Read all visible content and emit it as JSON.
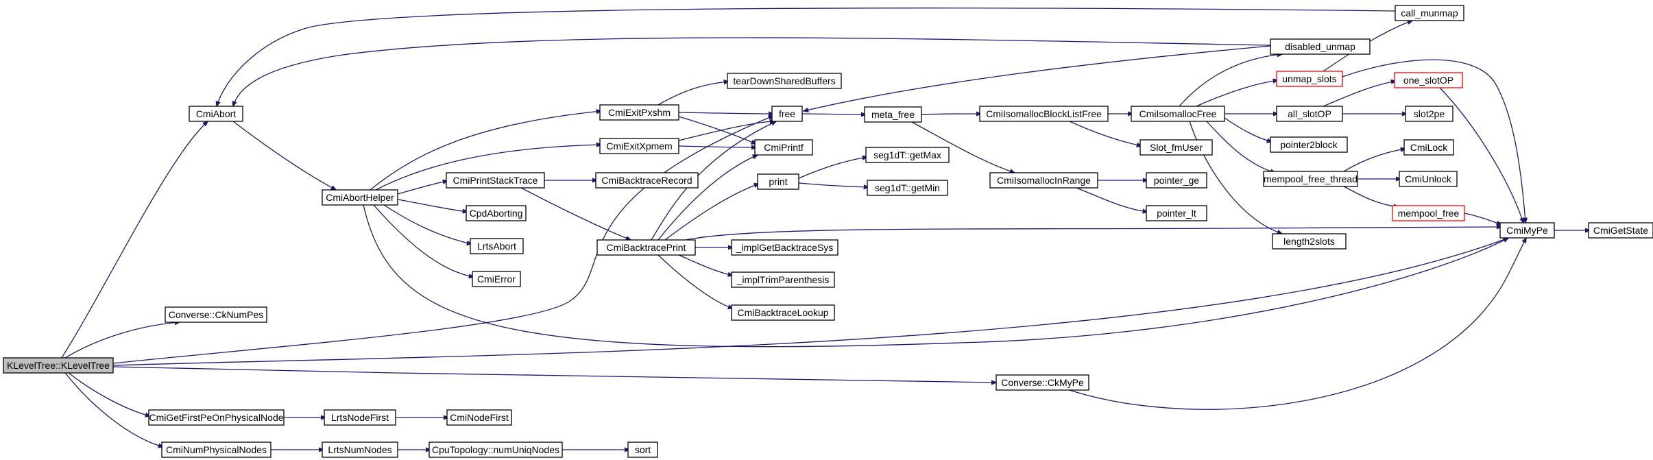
{
  "colors": {
    "edge": "#191970",
    "node_border": "#000000",
    "truncated_border": "#ff0000",
    "root_fill": "#bfbfbf",
    "node_fill": "#ffffff"
  },
  "nodes": [
    {
      "id": "root",
      "label": "KLevelTree::KLevelTree",
      "style": "root"
    },
    {
      "id": "cmiabort",
      "label": "CmiAbort"
    },
    {
      "id": "cknumpes",
      "label": "Converse::CkNumPes"
    },
    {
      "id": "firstpe",
      "label": "CmiGetFirstPeOnPhysicalNode"
    },
    {
      "id": "numphys",
      "label": "CmiNumPhysicalNodes"
    },
    {
      "id": "abhelper",
      "label": "CmiAbortHelper"
    },
    {
      "id": "lrtsnodefirst",
      "label": "LrtsNodeFirst"
    },
    {
      "id": "lrtsnumnodes",
      "label": "LrtsNumNodes"
    },
    {
      "id": "cminodefirst",
      "label": "CmiNodeFirst"
    },
    {
      "id": "numuniq",
      "label": "CpuTopology::numUniqNodes"
    },
    {
      "id": "sort",
      "label": "sort"
    },
    {
      "id": "exitpxshm",
      "label": "CmiExitPxshm"
    },
    {
      "id": "exitxpmem",
      "label": "CmiExitXpmem"
    },
    {
      "id": "printstack",
      "label": "CmiPrintStackTrace"
    },
    {
      "id": "cpdaborting",
      "label": "CpdAborting"
    },
    {
      "id": "lrtsabort",
      "label": "LrtsAbort"
    },
    {
      "id": "cmierror",
      "label": "CmiError"
    },
    {
      "id": "teardown",
      "label": "tearDownSharedBuffers"
    },
    {
      "id": "free",
      "label": "free"
    },
    {
      "id": "cmiprintf",
      "label": "CmiPrintf"
    },
    {
      "id": "btrecord",
      "label": "CmiBacktraceRecord"
    },
    {
      "id": "btprint",
      "label": "CmiBacktracePrint"
    },
    {
      "id": "getbtsys",
      "label": "_implGetBacktraceSys"
    },
    {
      "id": "trimparen",
      "label": "_implTrimParenthesis"
    },
    {
      "id": "btlookup",
      "label": "CmiBacktraceLookup"
    },
    {
      "id": "print",
      "label": "print"
    },
    {
      "id": "getmax",
      "label": "seg1dT::getMax"
    },
    {
      "id": "getmin",
      "label": "seg1dT::getMin"
    },
    {
      "id": "metafree",
      "label": "meta_free"
    },
    {
      "id": "blocklistfree",
      "label": "CmiIsomallocBlockListFree"
    },
    {
      "id": "inrange",
      "label": "CmiIsomallocInRange"
    },
    {
      "id": "pointerge",
      "label": "pointer_ge"
    },
    {
      "id": "pointerlt",
      "label": "pointer_lt"
    },
    {
      "id": "slotfmuser",
      "label": "Slot_fmUser"
    },
    {
      "id": "isofree",
      "label": "CmiIsomallocFree"
    },
    {
      "id": "disunmap",
      "label": "disabled_unmap"
    },
    {
      "id": "unmapslots",
      "label": "unmap_slots",
      "style": "truncated"
    },
    {
      "id": "allslotop",
      "label": "all_slotOP"
    },
    {
      "id": "ptr2block",
      "label": "pointer2block"
    },
    {
      "id": "mpfreethread",
      "label": "mempool_free_thread"
    },
    {
      "id": "length2slots",
      "label": "length2slots"
    },
    {
      "id": "callmunmap",
      "label": "call_munmap"
    },
    {
      "id": "oneslotop",
      "label": "one_slotOP",
      "style": "truncated"
    },
    {
      "id": "slot2pe",
      "label": "slot2pe"
    },
    {
      "id": "cmilock",
      "label": "CmiLock"
    },
    {
      "id": "cmiunlock",
      "label": "CmiUnlock"
    },
    {
      "id": "mempoolfree",
      "label": "mempool_free",
      "style": "truncated"
    },
    {
      "id": "cmimype",
      "label": "CmiMyPe"
    },
    {
      "id": "cmigetstate",
      "label": "CmiGetState"
    },
    {
      "id": "ckmype",
      "label": "Converse::CkMyPe"
    }
  ],
  "edges": [
    [
      "root",
      "cmiabort"
    ],
    [
      "root",
      "cknumpes"
    ],
    [
      "root",
      "firstpe"
    ],
    [
      "root",
      "numphys"
    ],
    [
      "root",
      "free"
    ],
    [
      "root",
      "cmimype"
    ],
    [
      "root",
      "ckmype"
    ],
    [
      "cmiabort",
      "abhelper"
    ],
    [
      "abhelper",
      "exitpxshm"
    ],
    [
      "abhelper",
      "exitxpmem"
    ],
    [
      "abhelper",
      "printstack"
    ],
    [
      "abhelper",
      "cpdaborting"
    ],
    [
      "abhelper",
      "lrtsabort"
    ],
    [
      "abhelper",
      "cmierror"
    ],
    [
      "abhelper",
      "cmimype"
    ],
    [
      "firstpe",
      "lrtsnodefirst"
    ],
    [
      "lrtsnodefirst",
      "cminodefirst"
    ],
    [
      "numphys",
      "lrtsnumnodes"
    ],
    [
      "lrtsnumnodes",
      "numuniq"
    ],
    [
      "numuniq",
      "sort"
    ],
    [
      "exitpxshm",
      "teardown"
    ],
    [
      "exitpxshm",
      "free"
    ],
    [
      "exitpxshm",
      "cmiprintf"
    ],
    [
      "exitxpmem",
      "free"
    ],
    [
      "exitxpmem",
      "cmiprintf"
    ],
    [
      "printstack",
      "btrecord"
    ],
    [
      "printstack",
      "btprint"
    ],
    [
      "btprint",
      "cmiprintf"
    ],
    [
      "btprint",
      "free"
    ],
    [
      "btprint",
      "print"
    ],
    [
      "btprint",
      "getbtsys"
    ],
    [
      "btprint",
      "trimparen"
    ],
    [
      "btprint",
      "btlookup"
    ],
    [
      "btprint",
      "cmimype"
    ],
    [
      "print",
      "getmax"
    ],
    [
      "print",
      "getmin"
    ],
    [
      "free",
      "metafree"
    ],
    [
      "metafree",
      "blocklistfree"
    ],
    [
      "metafree",
      "inrange"
    ],
    [
      "inrange",
      "pointerge"
    ],
    [
      "inrange",
      "pointerlt"
    ],
    [
      "blocklistfree",
      "isofree"
    ],
    [
      "blocklistfree",
      "slotfmuser"
    ],
    [
      "isofree",
      "disunmap"
    ],
    [
      "isofree",
      "unmapslots"
    ],
    [
      "isofree",
      "allslotop"
    ],
    [
      "isofree",
      "ptr2block"
    ],
    [
      "isofree",
      "mpfreethread"
    ],
    [
      "isofree",
      "length2slots"
    ],
    [
      "disunmap",
      "free"
    ],
    [
      "disunmap",
      "cmiabort"
    ],
    [
      "unmapslots",
      "callmunmap"
    ],
    [
      "unmapslots",
      "cmimype"
    ],
    [
      "callmunmap",
      "cmiabort"
    ],
    [
      "allslotop",
      "oneslotop"
    ],
    [
      "allslotop",
      "slot2pe"
    ],
    [
      "oneslotop",
      "cmimype"
    ],
    [
      "mpfreethread",
      "cmilock"
    ],
    [
      "mpfreethread",
      "cmiunlock"
    ],
    [
      "mpfreethread",
      "mempoolfree"
    ],
    [
      "mempoolfree",
      "cmimype"
    ],
    [
      "cmimype",
      "cmigetstate"
    ],
    [
      "ckmype",
      "cmimype"
    ]
  ]
}
